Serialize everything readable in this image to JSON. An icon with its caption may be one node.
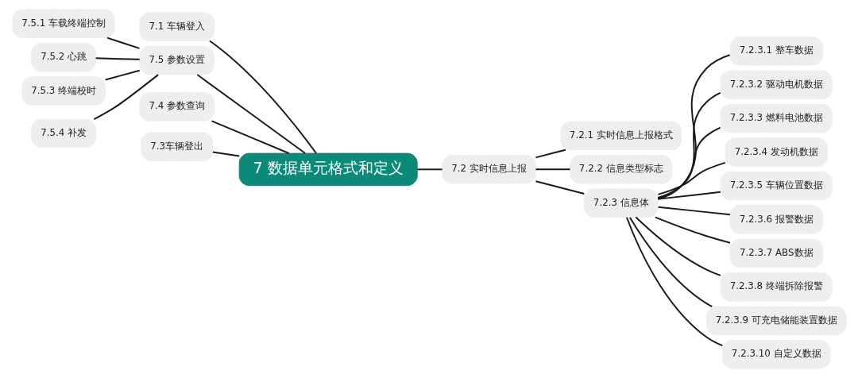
{
  "diagram": {
    "nodes": [
      {
        "text": [
          "7 数据单元格式和定义"
        ]
      },
      {
        "text": [
          "7.1 车辆登入"
        ]
      },
      {
        "text": [
          "7.5 参数设置"
        ]
      },
      {
        "text": [
          "7.5.1 车载终端控制"
        ]
      },
      {
        "text": [
          "7.5.2 心跳"
        ]
      },
      {
        "text": [
          "7.5.3 终端校时"
        ]
      },
      {
        "text": [
          "7.5.4 补发"
        ]
      },
      {
        "text": [
          "7.4 参数查询"
        ]
      },
      {
        "text": [
          "7.3车辆登出"
        ]
      },
      {
        "text": [
          "7.2 实时信息上报"
        ]
      },
      {
        "text": [
          "7.2.1 实时信息上报格式"
        ]
      },
      {
        "text": [
          "7.2.2 信息类型标志"
        ]
      },
      {
        "text": [
          "7.2.3 信息体"
        ]
      },
      {
        "text": [
          "7.2.3.1 整车数据"
        ]
      },
      {
        "text": [
          "7.2.3.2 驱动电机数据"
        ]
      },
      {
        "text": [
          "7.2.3.3 燃料电池数据"
        ]
      },
      {
        "text": [
          "7.2.3.4 发动机数据"
        ]
      },
      {
        "text": [
          "7.2.3.5 车辆位置数据"
        ]
      },
      {
        "text": [
          "7.2.3.6 报警数据"
        ]
      },
      {
        "text": [
          "7.2.3.7 ABS数据"
        ]
      },
      {
        "text": [
          "7.2.3.8 终端拆除报警"
        ]
      },
      {
        "text": [
          "7.2.3.9 可充电储能装置数据"
        ]
      },
      {
        "text": [
          "7.2.3.10 自定义数据"
        ]
      }
    ],
    "edges": [
      {
        "from": 0,
        "to": 1,
        "arrow": "none"
      },
      {
        "from": 0,
        "to": 2,
        "arrow": "none"
      },
      {
        "from": 2,
        "to": 3,
        "arrow": "none"
      },
      {
        "from": 2,
        "to": 4,
        "arrow": "none"
      },
      {
        "from": 2,
        "to": 5,
        "arrow": "none"
      },
      {
        "from": 2,
        "to": 6,
        "arrow": "none"
      },
      {
        "from": 0,
        "to": 7,
        "arrow": "none"
      },
      {
        "from": 0,
        "to": 8,
        "arrow": "none"
      },
      {
        "from": 0,
        "to": 9,
        "arrow": "none"
      },
      {
        "from": 9,
        "to": 10,
        "arrow": "none"
      },
      {
        "from": 9,
        "to": 11,
        "arrow": "none"
      },
      {
        "from": 9,
        "to": 12,
        "arrow": "none"
      },
      {
        "from": 12,
        "to": 13,
        "arrow": "none"
      },
      {
        "from": 12,
        "to": 14,
        "arrow": "none"
      },
      {
        "from": 12,
        "to": 15,
        "arrow": "none"
      },
      {
        "from": 12,
        "to": 16,
        "arrow": "none"
      },
      {
        "from": 12,
        "to": 17,
        "arrow": "none"
      },
      {
        "from": 12,
        "to": 18,
        "arrow": "none"
      },
      {
        "from": 12,
        "to": 19,
        "arrow": "none"
      },
      {
        "from": 12,
        "to": 20,
        "arrow": "none"
      },
      {
        "from": 12,
        "to": 21,
        "arrow": "none"
      },
      {
        "from": 12,
        "to": 22,
        "arrow": "none"
      }
    ]
  }
}
